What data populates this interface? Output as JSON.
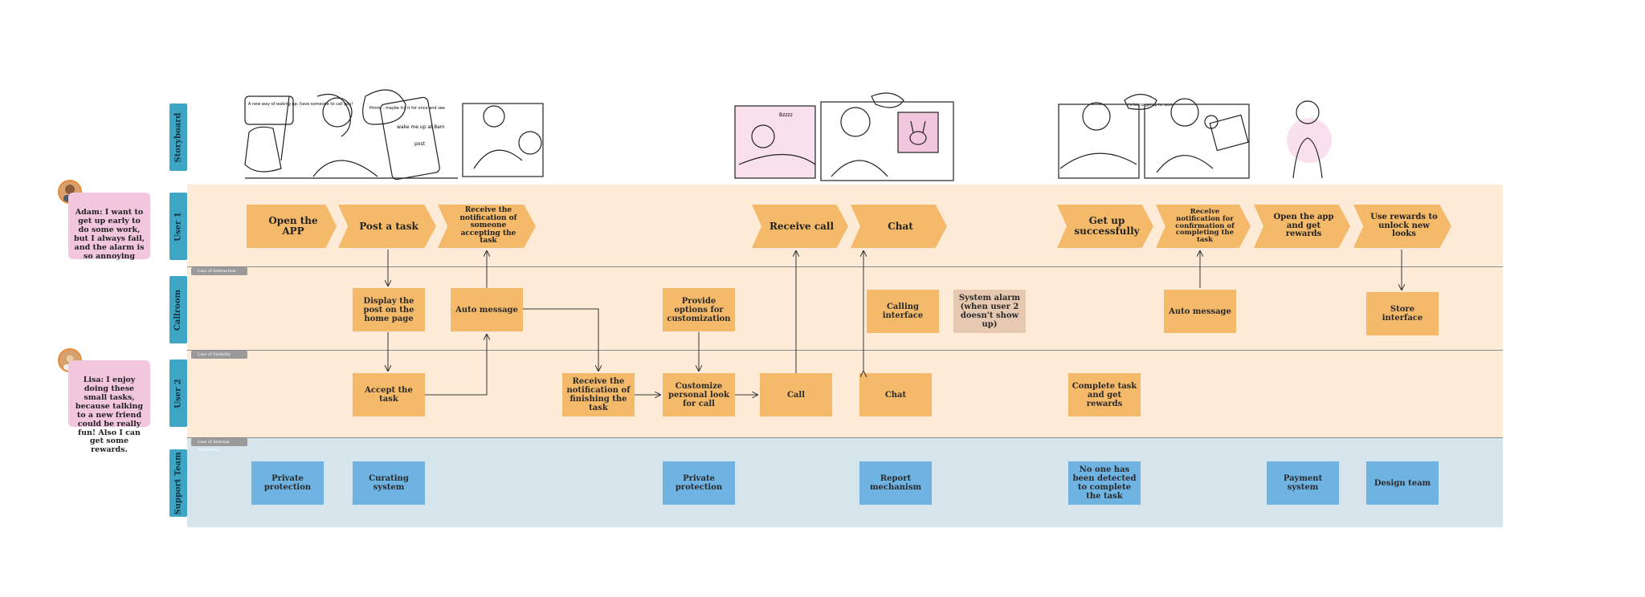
{
  "lanes": {
    "storyboard": "Storyboard",
    "user1": "User 1",
    "callroom": "Callroom",
    "user2": "User 2",
    "support": "Support Team"
  },
  "lines": {
    "interaction": "Line of Interaction",
    "visibility": "Line of Visibility",
    "internal": "Line of Internal Interaction"
  },
  "personas": {
    "adam": "Adam: I want to get up early to do some work, but I always fail, and the alarm is so annoying",
    "lisa": "Lisa: I enjoy doing these small tasks, because talking to a new friend could be really fun! Also I can get some rewards."
  },
  "user1_steps": [
    "Open the APP",
    "Post a task",
    "Receive the notification of someone accepting the task",
    "Receive call",
    "Chat",
    "Get up successfully",
    "Receive notification for confirmation of completing the task",
    "Open the app and get rewards",
    "Use rewards to unlock new looks"
  ],
  "callroom_steps": [
    "Display the post on the home page",
    "Auto message",
    "Provide options for customization",
    "Calling interface",
    "System alarm (when user 2 doesn't show up)",
    "Auto message",
    "Store interface"
  ],
  "user2_steps": [
    "Accept the task",
    "Receive the notification of finishing the task",
    "Customize personal look for call",
    "Call",
    "Chat",
    "Complete task and get rewards"
  ],
  "support_steps": [
    "Private protection",
    "Curating system",
    "Private protection",
    "Report mechanism",
    "No one has been detected to complete the task",
    "Payment system",
    "Design team"
  ],
  "sketch_text": {
    "bubble1": "A new way of waking up: have someone to call you!",
    "bubble2": "Hmm... maybe try it for once and see",
    "phone_note": "wake me up at 8am",
    "phone_btn": "post",
    "bubble3": "Bzzzz",
    "bubble4": "I'd like to get up for work"
  },
  "colors": {
    "user_lane": "#fdebd7",
    "support_lane": "#d6e5ec",
    "step": "#f4b969",
    "support_box": "#6fb3e3",
    "label": "#3ea6c4",
    "quote": "#f2c6dd"
  }
}
